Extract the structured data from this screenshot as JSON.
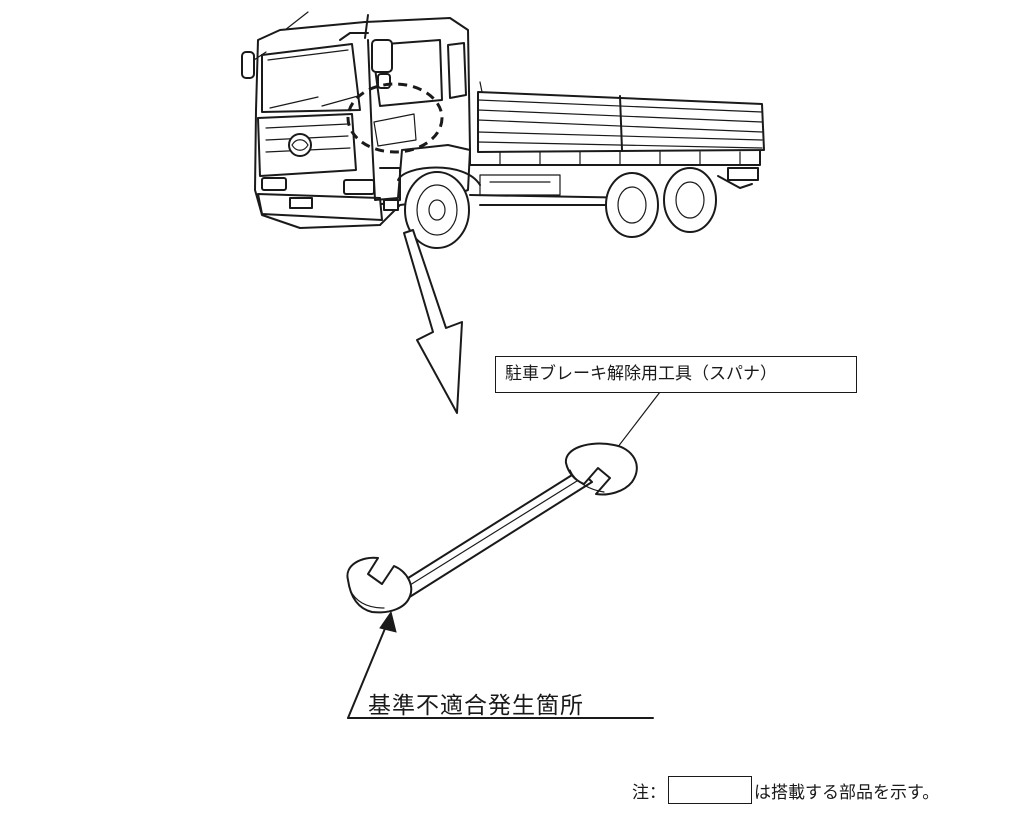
{
  "callout_label": "駐車ブレーキ解除用工具（スパナ）",
  "defect_label": "基準不適合発生箇所",
  "note": {
    "prefix": "注：",
    "suffix": "は搭載する部品を示す。"
  },
  "icons": [
    "truck-illustration",
    "wrench-illustration",
    "down-arrow-icon",
    "pointer-arrow-icon",
    "dashed-circle-highlight"
  ]
}
